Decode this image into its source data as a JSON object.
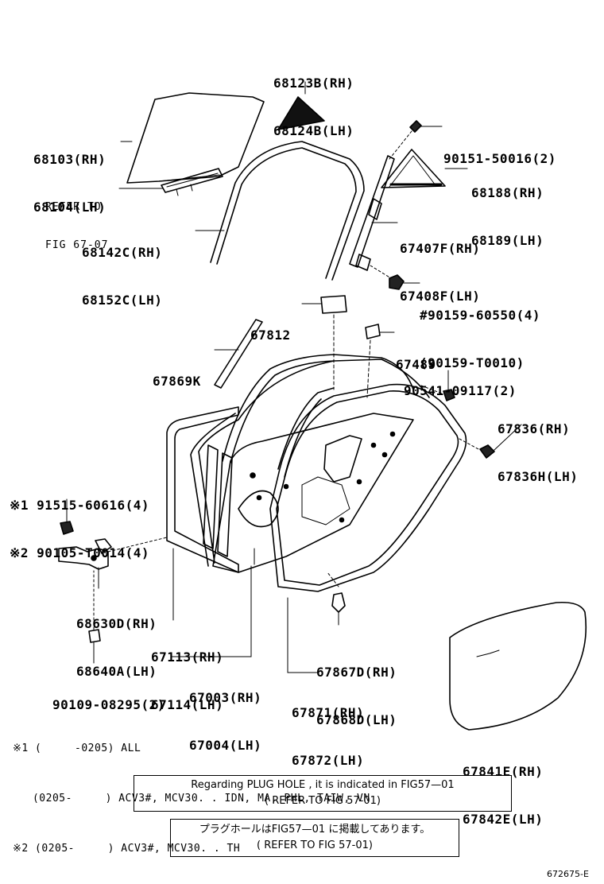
{
  "labels": {
    "glass_quarter_pane": {
      "l1": "68123B(RH)",
      "l2": "68124B(LH)"
    },
    "door_glass": {
      "l1": "68103(RH)",
      "l2": "68104(LH)"
    },
    "refer": {
      "l1": "REFER TO",
      "l2": "FIG 67-07"
    },
    "run_channel": {
      "l1": "68142C(RH)",
      "l2": "68152C(LH)"
    },
    "screw": "90151-50016(2)",
    "quarter_window": {
      "l1": "68188(RH)",
      "l2": "68189(LH)"
    },
    "division_bar": {
      "l1": "67407F(RH)",
      "l2": "67408F(LH)"
    },
    "bolt": {
      "l1": "#90159-60550(4)",
      "l2": "(90159-T0010)"
    },
    "cover_67812": "67812",
    "seal_67489": "67489",
    "weatherstrip_67869k": "67869K",
    "clip_90541": "90541-09117(2)",
    "clip_67836": {
      "l1": "67836(RH)",
      "l2": "67836H(LH)"
    },
    "hinge_bolt": {
      "l1": "※1 91515-60616(4)",
      "l2": "※2 90105-T0014(4)"
    },
    "hinge": {
      "l1": "68630D(RH)",
      "l2": "68640A(LH)"
    },
    "weatherstrip_67113": {
      "l1": "67113(RH)",
      "l2": "67114(LH)"
    },
    "screw_90109": "90109-08295(2)",
    "door_panel": {
      "l1": "67003(RH)",
      "l2": "67004(LH)"
    },
    "weatherstrip_67871": {
      "l1": "67871(RH)",
      "l2": "67872(LH)"
    },
    "clip_67867": {
      "l1": "67867D(RH)",
      "l2": "67868D(LH)"
    },
    "hole_cover": {
      "l1": "67841E(RH)",
      "l2": "67842E(LH)"
    }
  },
  "notes": {
    "n1": "※1 (     -0205) ALL",
    "n2": "   (0205-     ) ACV3#, MCV30. . IDN, MA, PHL, TAIW, VN",
    "n3": "※2 (0205-     ) ACV3#, MCV30. . TH"
  },
  "info_box_en": {
    "l1": "Regarding PLUG HOLE , it is indicated in FIG57​—​01",
    "l2": "( REFER TO FIG 57-01)"
  },
  "info_box_jp": {
    "l1": "プラグホールはFIG57​—​01 に掲載してあります。",
    "l2": "( REFER TO FIG 57-01)"
  },
  "figure_number": "672675-E"
}
